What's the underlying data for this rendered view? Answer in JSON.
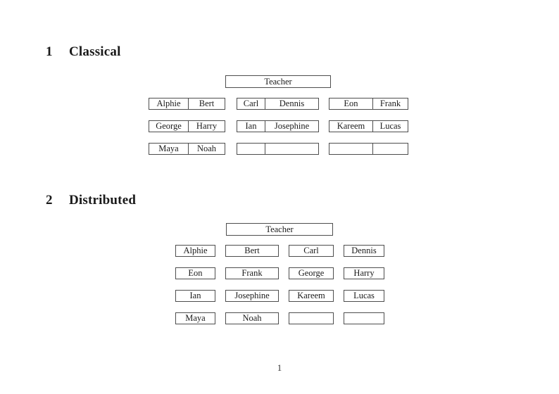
{
  "colors": {
    "background": "#ffffff",
    "text": "#1a1a1a",
    "box_border": "#4d4d4d"
  },
  "document": {
    "page_number": "1"
  },
  "section_classical": {
    "number": "1",
    "title": "Classical",
    "teacher": "Teacher",
    "rows": [
      {
        "left": [
          "Alphie",
          "Bert"
        ],
        "mid": [
          "Carl",
          "Dennis"
        ],
        "right": [
          "Eon",
          "Frank"
        ]
      },
      {
        "left": [
          "George",
          "Harry"
        ],
        "mid": [
          "Ian",
          "Josephine"
        ],
        "right": [
          "Kareem",
          "Lucas"
        ]
      },
      {
        "left": [
          "Maya",
          "Noah"
        ],
        "mid": [
          "",
          ""
        ],
        "right": [
          "",
          ""
        ]
      }
    ]
  },
  "section_distributed": {
    "number": "2",
    "title": "Distributed",
    "teacher": "Teacher",
    "rows": [
      [
        "Alphie",
        "Bert",
        "Carl",
        "Dennis"
      ],
      [
        "Eon",
        "Frank",
        "George",
        "Harry"
      ],
      [
        "Ian",
        "Josephine",
        "Kareem",
        "Lucas"
      ],
      [
        "Maya",
        "Noah",
        "",
        ""
      ]
    ]
  }
}
